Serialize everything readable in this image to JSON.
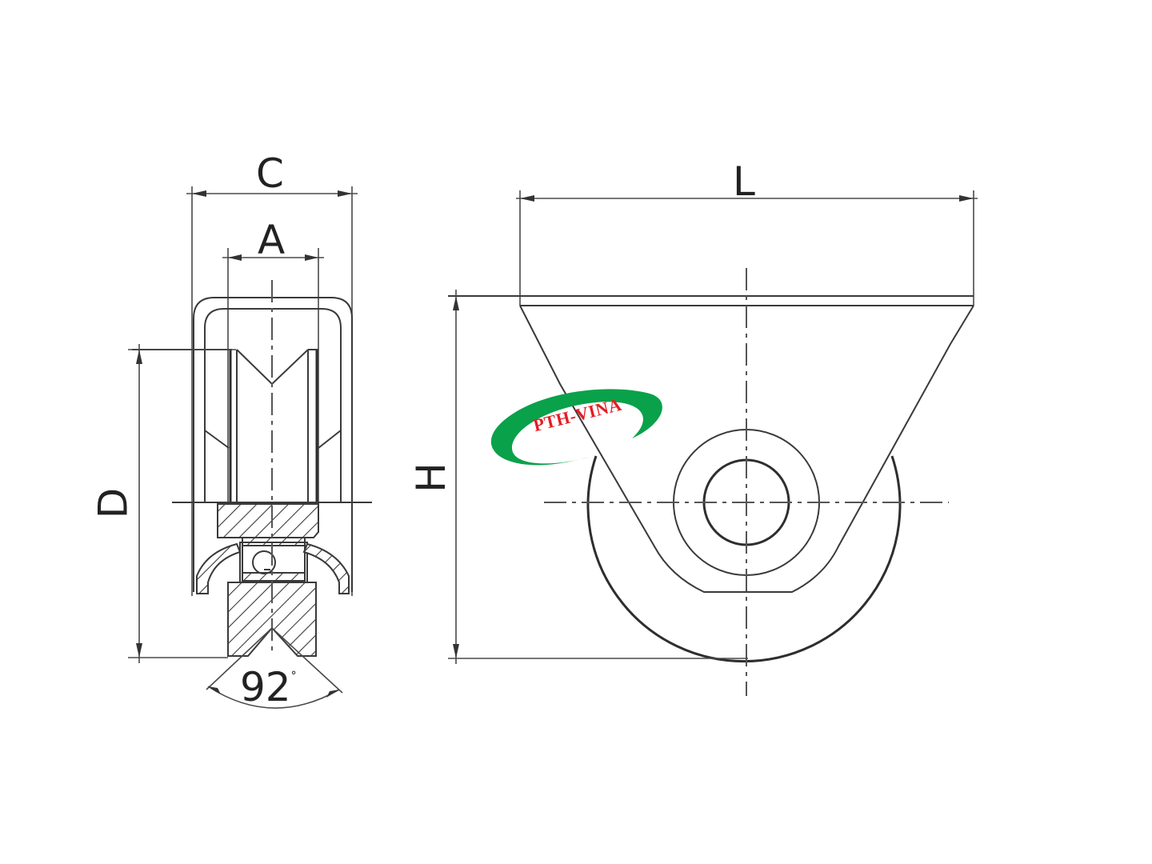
{
  "diagram": {
    "subject": "V-groove fixed caster wheel technical drawing",
    "views": [
      {
        "name": "side-section-view",
        "description": "Cross-section of wheel with bracket and bearing"
      },
      {
        "name": "front-view",
        "description": "Fixed plate bracket with wheel"
      }
    ],
    "dimensions": {
      "C": "C",
      "A": "A",
      "D": "D",
      "H": "H",
      "L": "L",
      "groove_angle": "92",
      "groove_angle_unit": "°"
    },
    "watermark": {
      "text": "PTH-VINA",
      "text_color": "#e31e24",
      "swoosh_color": "#0aa14b"
    },
    "colors": {
      "line": "#3a3a3a",
      "background": "#ffffff"
    }
  }
}
